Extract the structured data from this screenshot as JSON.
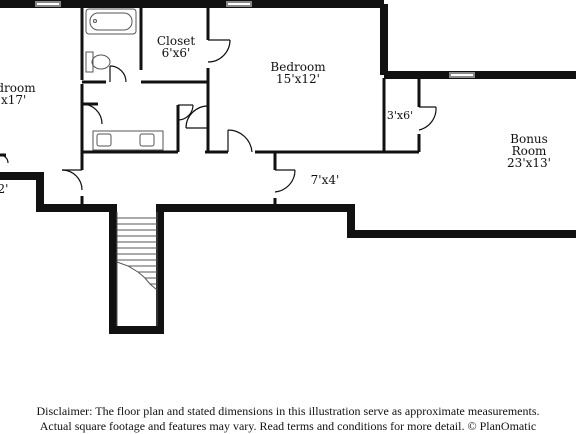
{
  "rooms": {
    "left_room": {
      "name": "droom",
      "dims": "'x17'"
    },
    "left_small": {
      "dims": "2'"
    },
    "closet": {
      "name": "Closet",
      "dims": "6'x6'"
    },
    "bedroom": {
      "name": "Bedroom",
      "dims": "15'x12'"
    },
    "small_closet": {
      "dims": "3'x6'"
    },
    "bonus": {
      "name_line1": "Bonus",
      "name_line2": "Room",
      "dims": "23'x13'"
    },
    "hall": {
      "dims": "7'x4'"
    }
  },
  "disclaimer": {
    "line1": "Disclaimer: The floor plan and stated dimensions in this illustration serve as approximate measurements.",
    "line2": "Actual square footage and features may vary. Read terms and conditions for more detail. © PlanOmatic"
  },
  "colors": {
    "wall": "#111111",
    "fixture": "#555555",
    "background": "#ffffff"
  }
}
